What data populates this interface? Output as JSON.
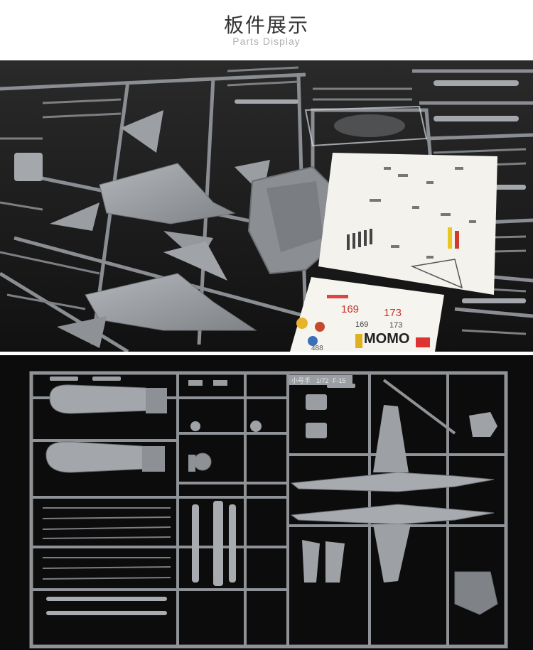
{
  "header": {
    "title_cn": "板件展示",
    "title_en": "Parts Display"
  },
  "decal_sheet": {
    "numbers": [
      "169",
      "173",
      "169",
      "173",
      "488"
    ],
    "text": "MOMO"
  },
  "sprue_label": {
    "brand": "小号手",
    "scale": "1/72",
    "model": "F-15"
  },
  "colors": {
    "plastic": "#8f9296",
    "plastic_light": "#a6a9ad",
    "plastic_dark": "#6e7175",
    "background_top": "#1e1e1e",
    "background_bottom": "#0c0c0c",
    "decal_paper": "#f4f2ec"
  }
}
